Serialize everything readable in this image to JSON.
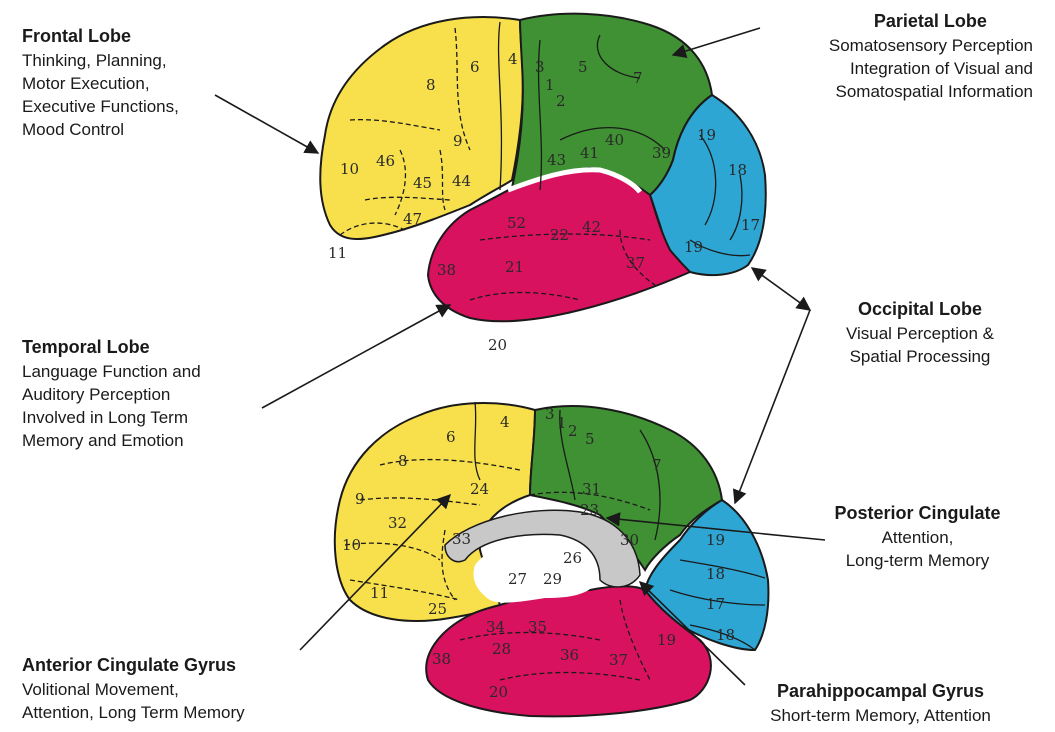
{
  "labels": {
    "frontal": {
      "title": "Frontal Lobe",
      "lines": [
        "Thinking, Planning,",
        "Motor Execution,",
        "Executive Functions,",
        "Mood Control"
      ]
    },
    "parietal": {
      "title": "Parietal Lobe",
      "lines": [
        "Somatosensory Perception",
        "Integration of Visual and",
        "Somatospatial Information"
      ]
    },
    "occipital": {
      "title": "Occipital Lobe",
      "lines": [
        "Visual Perception &",
        "Spatial Processing"
      ]
    },
    "temporal": {
      "title": "Temporal Lobe",
      "lines": [
        "Language Function  and",
        "Auditory Perception",
        "Involved in Long Term",
        "Memory and Emotion"
      ]
    },
    "posterior_cingulate": {
      "title": "Posterior Cingulate",
      "lines": [
        "Attention,",
        "Long-term  Memory"
      ]
    },
    "anterior_cingulate": {
      "title": "Anterior Cingulate Gyrus",
      "lines": [
        "Volitional Movement,",
        "Attention, Long Term Memory"
      ]
    },
    "parahippocampal": {
      "title": "Parahippocampal Gyrus",
      "lines": [
        "Short-term Memory,  Attention"
      ]
    }
  },
  "colors": {
    "frontal": "#f7e04c",
    "parietal": "#3f9133",
    "occipital": "#2ea6d3",
    "temporal": "#d8125f",
    "cingulate_gray": "#c8c8c8"
  },
  "lateral_areas": [
    "4",
    "6",
    "8",
    "9",
    "10",
    "46",
    "45",
    "44",
    "47",
    "11",
    "3",
    "1",
    "2",
    "5",
    "7",
    "40",
    "39",
    "43",
    "41",
    "42",
    "22",
    "52",
    "21",
    "38",
    "37",
    "20",
    "19",
    "18",
    "17"
  ],
  "medial_areas": [
    "4",
    "6",
    "8",
    "9",
    "32",
    "24",
    "33",
    "10",
    "11",
    "25",
    "3",
    "1",
    "2",
    "5",
    "7",
    "31",
    "23",
    "30",
    "26",
    "27",
    "29",
    "19",
    "18",
    "17",
    "34",
    "35",
    "36",
    "28",
    "37",
    "20"
  ]
}
